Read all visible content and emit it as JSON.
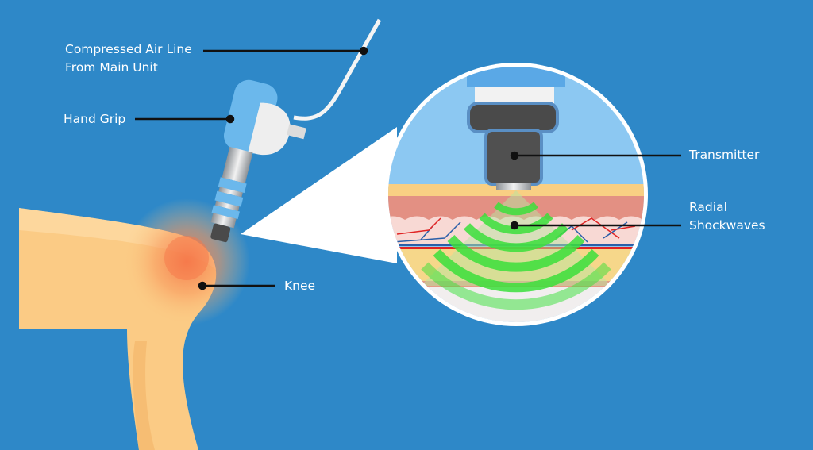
{
  "labels": {
    "air_line_1": "Compressed Air Line",
    "air_line_2": "From Main Unit",
    "hand_grip": "Hand Grip",
    "knee": "Knee",
    "transmitter": "Transmitter",
    "radial_1": "Radial",
    "radial_2": "Shockwaves"
  },
  "colors": {
    "background": "#2e88c8",
    "skin": "#fbcb85",
    "wave": "#3be03b",
    "grip": "#6bb8ec"
  }
}
